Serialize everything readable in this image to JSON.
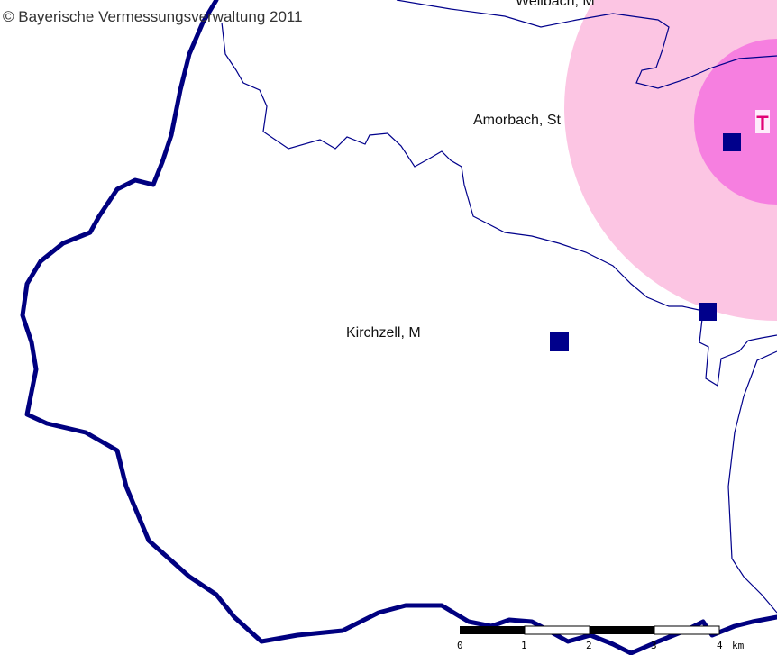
{
  "copyright": "© Bayerische Vermessungsverwaltung 2011",
  "places": {
    "top_cut_label": "Weilbach, M",
    "amorbach": "Amorbach, St",
    "kirchzell": "Kirchzell, M"
  },
  "scale_bar": {
    "ticks": [
      "0",
      "1",
      "2",
      "3",
      "4"
    ],
    "unit": "km"
  },
  "telekom_logo": "T",
  "colors": {
    "district_border": "#000080",
    "municipal_border": "#00008b",
    "coverage_outer": "#fcc5e3",
    "coverage_inner": "#f67fe0",
    "site_marker": "#00008b",
    "telekom_magenta": "#e20074"
  }
}
